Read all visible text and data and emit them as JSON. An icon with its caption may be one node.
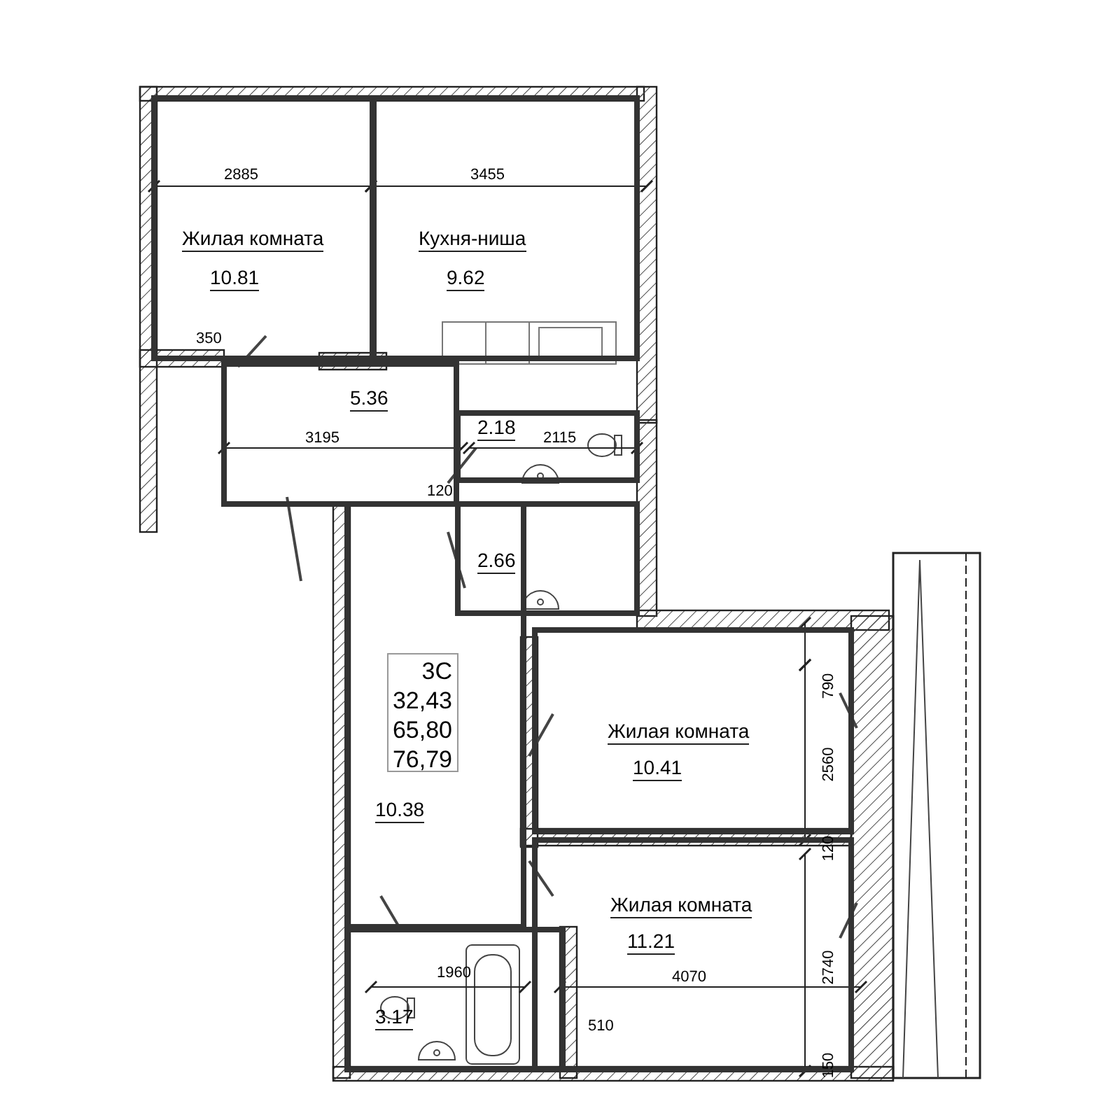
{
  "diagram": {
    "nodes": [
      {
        "text": [
          "Жилая комната",
          "10.81"
        ]
      },
      {
        "text": [
          "Кухня-ниша",
          "9.62"
        ]
      },
      {
        "text": [
          "5.36"
        ]
      },
      {
        "text": [
          "2.18"
        ]
      },
      {
        "text": [
          "2.66"
        ]
      },
      {
        "text": [
          "Жилая комната",
          "10.41"
        ]
      },
      {
        "text": [
          "10.38"
        ]
      },
      {
        "text": [
          "Жилая комната",
          "11.21"
        ]
      },
      {
        "text": [
          "3.17"
        ]
      }
    ],
    "edges": [],
    "labels": [
      "2885",
      "3455",
      "350",
      "3195",
      "2115",
      "120",
      "3С",
      "790",
      "32,43",
      "2560",
      "65,80",
      "76,79",
      "120",
      "2740",
      "1960",
      "4070",
      "510",
      "150"
    ]
  }
}
